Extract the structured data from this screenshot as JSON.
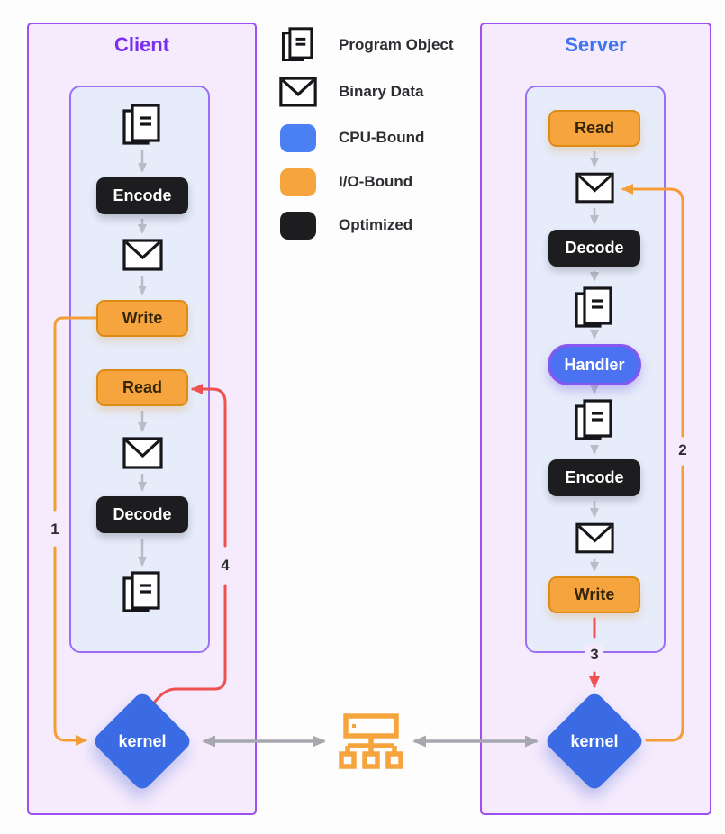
{
  "client": {
    "title": "Client",
    "kernel": "kernel",
    "flow": [
      {
        "kind": "icon",
        "name": "program-object"
      },
      {
        "kind": "step",
        "label": "Encode",
        "category": "optimized"
      },
      {
        "kind": "icon",
        "name": "binary-data"
      },
      {
        "kind": "step",
        "label": "Write",
        "category": "io-bound"
      },
      {
        "kind": "step",
        "label": "Read",
        "category": "io-bound"
      },
      {
        "kind": "icon",
        "name": "binary-data"
      },
      {
        "kind": "step",
        "label": "Decode",
        "category": "optimized"
      },
      {
        "kind": "icon",
        "name": "program-object"
      }
    ]
  },
  "server": {
    "title": "Server",
    "kernel": "kernel",
    "flow": [
      {
        "kind": "step",
        "label": "Read",
        "category": "io-bound"
      },
      {
        "kind": "icon",
        "name": "binary-data"
      },
      {
        "kind": "step",
        "label": "Decode",
        "category": "optimized"
      },
      {
        "kind": "icon",
        "name": "program-object"
      },
      {
        "kind": "step",
        "label": "Handler",
        "category": "cpu-bound"
      },
      {
        "kind": "icon",
        "name": "program-object"
      },
      {
        "kind": "step",
        "label": "Encode",
        "category": "optimized"
      },
      {
        "kind": "icon",
        "name": "binary-data"
      },
      {
        "kind": "step",
        "label": "Write",
        "category": "io-bound"
      }
    ]
  },
  "legend": {
    "items": [
      {
        "icon": "program-object",
        "label": "Program Object"
      },
      {
        "icon": "binary-data",
        "label": "Binary Data"
      },
      {
        "swatch": "#4a80f2",
        "label": "CPU-Bound"
      },
      {
        "swatch": "#f6a53e",
        "label": "I/O-Bound"
      },
      {
        "swatch": "#1d1d20",
        "label": "Optimized"
      }
    ]
  },
  "network": {
    "icon": "network-switch"
  },
  "steps": {
    "s1": "1",
    "s2": "2",
    "s3": "3",
    "s4": "4"
  },
  "colors": {
    "page_bg": "#fdfdfe",
    "panel_fill": "#f5ebfd",
    "panel_border": "#9d4ff0",
    "inner_fill": "#e6ecfa",
    "inner_border": "#9b6ff2",
    "client_title": "#7a2ff0",
    "server_title": "#3f74f0",
    "optimized_fill": "#1d1d20",
    "io_fill": "#f6a53e",
    "io_border": "#dd8b16",
    "io_text": "#342508",
    "cpu_fill": "#4b72f0",
    "cpu_border": "#8757f0",
    "cpu_swatch": "#4a80f2",
    "kernel_fill": "#3a6be4",
    "flow_arrow": "#b7bdc7",
    "link_arrow": "#a7a7af",
    "line_orange": "#f59d35",
    "line_red": "#ee5150",
    "edge_label": "#2b2b30",
    "legend_text": "#2c2c31"
  }
}
